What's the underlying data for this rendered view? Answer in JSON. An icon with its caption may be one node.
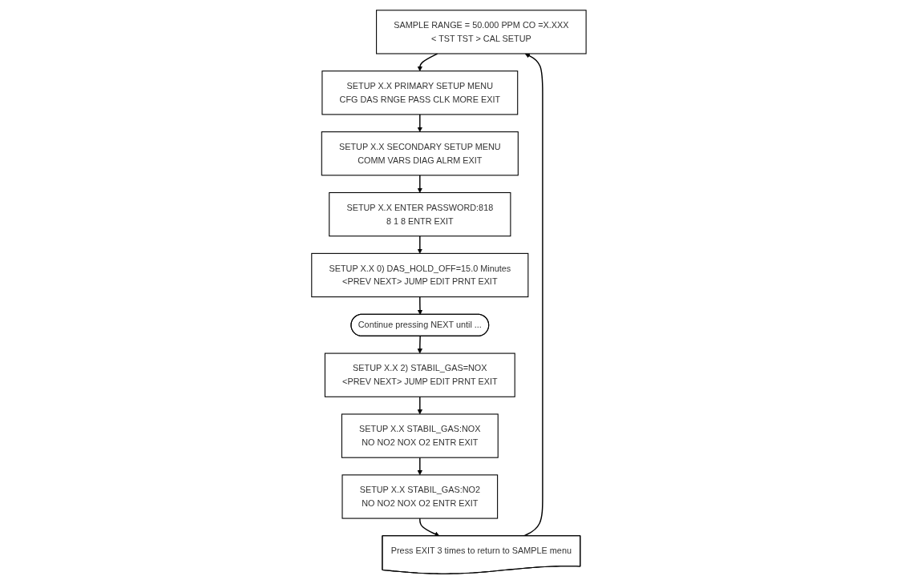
{
  "diagram": {
    "nodes": [
      {
        "text": [
          "SAMPLE RANGE = 50.000 PPM CO =X.XXX",
          "< TST TST > CAL SETUP"
        ]
      },
      {
        "text": [
          "SETUP X.X PRIMARY SETUP MENU",
          "CFG DAS RNGE PASS CLK MORE EXIT"
        ]
      },
      {
        "text": [
          "SETUP X.X SECONDARY SETUP MENU",
          "COMM VARS DIAG ALRM EXIT"
        ]
      },
      {
        "text": [
          "SETUP X.X ENTER PASSWORD:818",
          "8 1 8 ENTR EXIT"
        ]
      },
      {
        "text": [
          "SETUP X.X 0) DAS_HOLD_OFF=15.0 Minutes",
          "<PREV NEXT> JUMP EDIT PRNT EXIT"
        ]
      },
      {
        "text": [
          "Continue pressing NEXT until ..."
        ]
      },
      {
        "text": [
          "SETUP X.X 2) STABIL_GAS=NOX",
          "<PREV NEXT> JUMP EDIT PRNT EXIT"
        ]
      },
      {
        "text": [
          "SETUP X.X STABIL_GAS:NOX",
          "NO NO2 NOX O2 ENTR EXIT"
        ]
      },
      {
        "text": [
          "SETUP X.X STABIL_GAS:NO2",
          "NO NO2 NOX O2 ENTR EXIT"
        ]
      },
      {
        "text": [
          "Press EXIT 3 times to return to SAMPLE menu"
        ]
      }
    ],
    "edges": [
      {
        "from": 0,
        "to": 1,
        "arrow": "to"
      },
      {
        "from": 1,
        "to": 2,
        "arrow": "to"
      },
      {
        "from": 2,
        "to": 3,
        "arrow": "to"
      },
      {
        "from": 3,
        "to": 4,
        "arrow": "to"
      },
      {
        "from": 4,
        "to": 5,
        "arrow": "to"
      },
      {
        "from": 5,
        "to": 6,
        "arrow": "to"
      },
      {
        "from": 6,
        "to": 7,
        "arrow": "to"
      },
      {
        "from": 7,
        "to": 8,
        "arrow": "to"
      },
      {
        "from": 8,
        "to": 9,
        "arrow": "to"
      },
      {
        "from": 9,
        "to": 0,
        "arrow": "to"
      }
    ]
  }
}
